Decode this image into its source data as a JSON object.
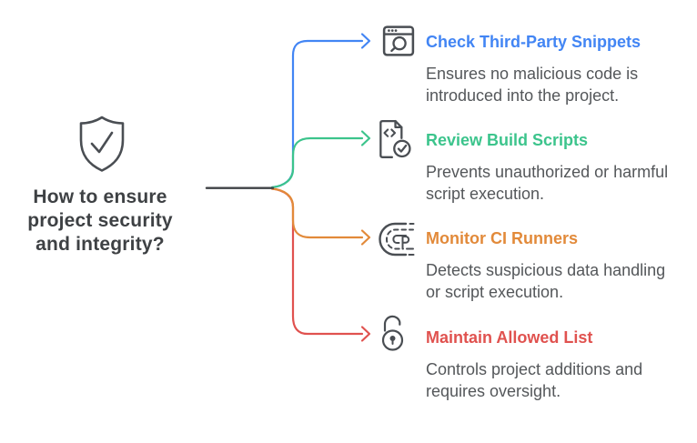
{
  "colors": {
    "blue": "#4285F4",
    "green": "#3CC48C",
    "orange": "#E28A3A",
    "red": "#E0524F",
    "stem": "#3F4245",
    "icon_stroke": "#4A4E53",
    "question_text": "#3E4144",
    "description_text": "#54575A",
    "background": "#FFFFFF"
  },
  "center": {
    "icon": "shield-check-icon",
    "question": "How to ensure project security and integrity?"
  },
  "branches": [
    {
      "id": "check-third-party-snippets",
      "icon": "browser-search-icon",
      "color": "#4285F4",
      "title": "Check Third-Party Snippets",
      "description": "Ensures no malicious code is introduced into the project."
    },
    {
      "id": "review-build-scripts",
      "icon": "code-file-check-icon",
      "color": "#3CC48C",
      "title": "Review Build Scripts",
      "description": "Prevents unauthorized or harmful script execution."
    },
    {
      "id": "monitor-ci-runners",
      "icon": "race-track-icon",
      "color": "#E28A3A",
      "title": "Monitor CI Runners",
      "description": "Detects suspicious data handling or script execution."
    },
    {
      "id": "maintain-allowed-list",
      "icon": "unlock-icon",
      "color": "#E0524F",
      "title": "Maintain Allowed List",
      "description": "Controls project additions and requires oversight."
    }
  ]
}
